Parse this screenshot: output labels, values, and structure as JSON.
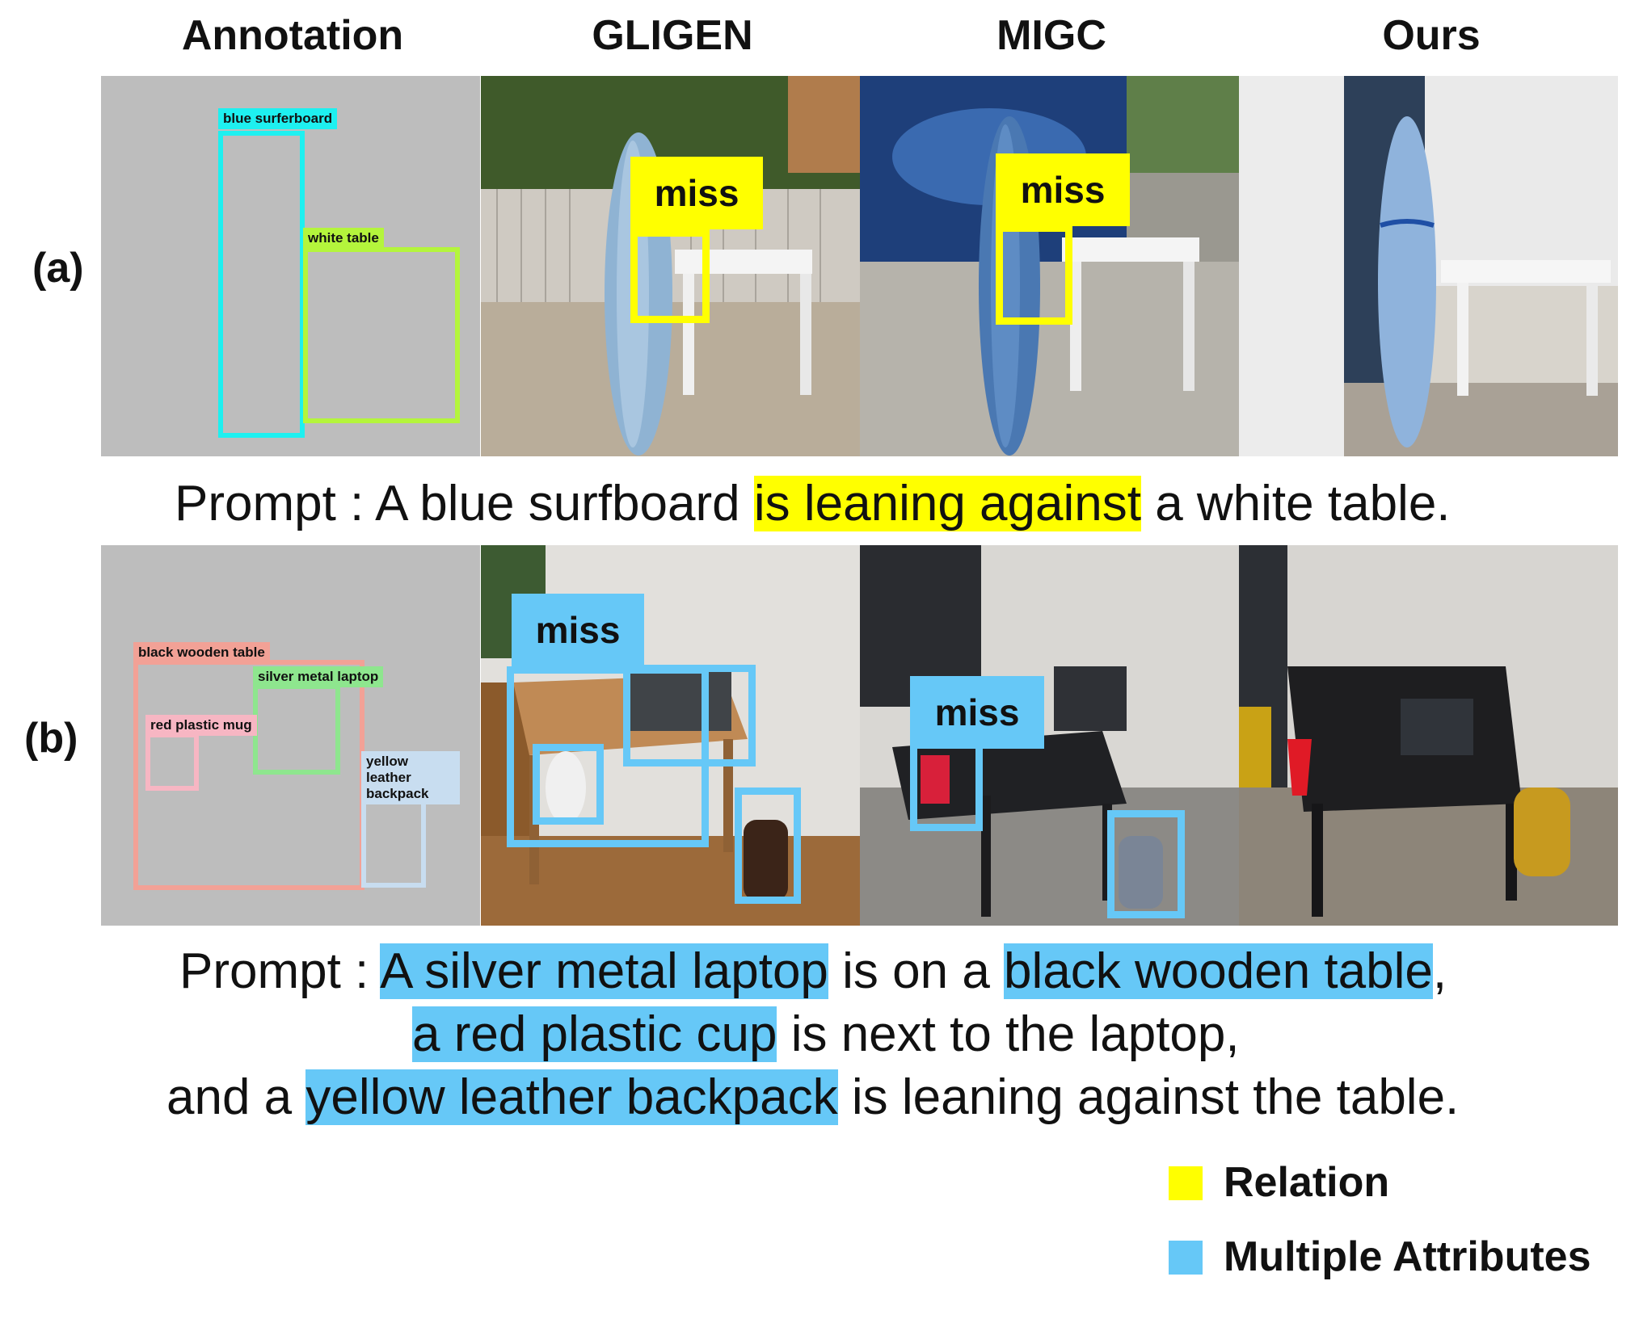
{
  "columns": [
    "Annotation",
    "GLIGEN",
    "MIGC",
    "Ours"
  ],
  "rows": {
    "a": {
      "label": "(a)",
      "annotation_boxes": [
        {
          "text": "blue surferboard",
          "color": "#1ef0f0"
        },
        {
          "text": "white table",
          "color": "#b4f53c"
        }
      ],
      "miss_label": "miss",
      "miss_color": "#ffff00",
      "prompt_pre": "Prompt : A blue surfboard ",
      "prompt_highlight": "is leaning against",
      "prompt_post": " a white table."
    },
    "b": {
      "label": "(b)",
      "annotation_boxes": [
        {
          "text": "black wooden table",
          "color": "#f2a196"
        },
        {
          "text": "silver metal laptop",
          "color": "#8ee68e"
        },
        {
          "text": "red plastic mug",
          "color": "#f7b6c3"
        },
        {
          "text": "yellow leather backpack",
          "color": "#c8ddf0"
        }
      ],
      "miss_label": "miss",
      "miss_color": "#66c8f7",
      "prompt_line1_pre": "Prompt : ",
      "prompt_line1_hl1": "A silver metal laptop",
      "prompt_line1_mid": " is on a ",
      "prompt_line1_hl2": "black wooden table",
      "prompt_line1_post": ",",
      "prompt_line2_hl": "a red plastic cup",
      "prompt_line2_post": " is next to the laptop,",
      "prompt_line3_pre": "and a ",
      "prompt_line3_hl": "yellow leather backpack",
      "prompt_line3_post": " is leaning against the table."
    }
  },
  "legend": [
    {
      "label": "Relation",
      "color": "#ffff00"
    },
    {
      "label": "Multiple Attributes",
      "color": "#66c8f7"
    }
  ]
}
